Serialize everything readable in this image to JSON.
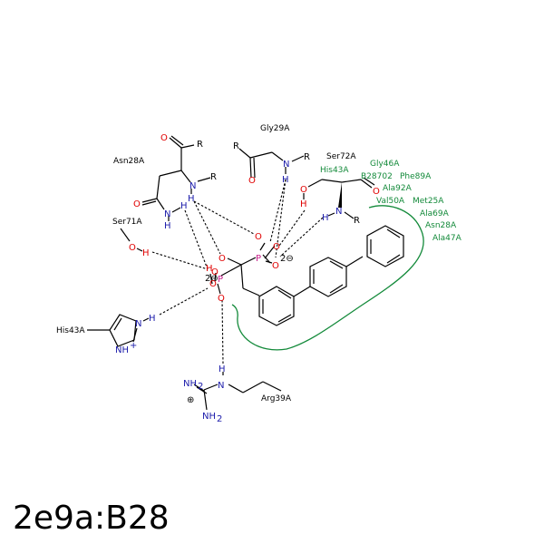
{
  "title": "2e9a:B28",
  "residues": {
    "asn28": "Asn28A",
    "gly29": "Gly29A",
    "ser72": "Ser72A",
    "ser71": "Ser71A",
    "his43": "His43A",
    "arg39": "Arg39A"
  },
  "hydrophobic": {
    "his43": "His43A",
    "gly46": "Gly46A",
    "ligand": "B28702",
    "phe89": "Phe89A",
    "ala92": "Ala92A",
    "val50": "Val50A",
    "met25": "Met25A",
    "ala69": "Ala69A",
    "asn28": "Asn28A",
    "ala47": "Ala47A"
  },
  "atoms": {
    "O": "O",
    "N": "N",
    "H": "H",
    "R": "R",
    "P": "P",
    "nh2": "NH",
    "sub2": "2",
    "nh_plus": "NH",
    "plus": "+",
    "two_minus": "2⊖",
    "oplus": "⊕"
  },
  "colors": {
    "hydrophobic_arc": "#138a3a",
    "oxygen": "#e00000",
    "nitrogen": "#1a1aaa",
    "phosphorus": "#c8208c"
  }
}
